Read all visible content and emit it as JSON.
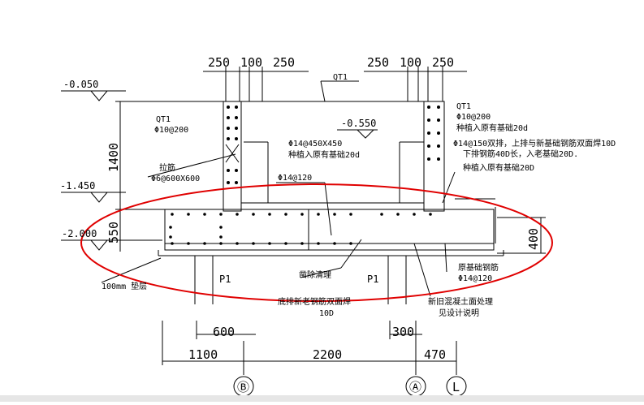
{
  "dims_top_left": [
    "250",
    "100",
    "250"
  ],
  "dims_top_right": [
    "250",
    "100",
    "250"
  ],
  "dims_bottom": [
    "600",
    "300",
    "1100",
    "2200",
    "470"
  ],
  "dims_vertical": [
    "1400",
    "550",
    "400"
  ],
  "levels": [
    "-0.050",
    "-1.450",
    "-2.000",
    "-0.550"
  ],
  "labels": {
    "qt1_top": "QT1",
    "qt1_left": "QT1",
    "qt1_left_rebar": "Φ10@200",
    "tie_label": "拉筋",
    "tie_rebar": "Φ6@600X600",
    "slab_rebar": "Φ14@120",
    "col_rebar": "Φ14@450X450",
    "col_note": "种植入原有基础20d",
    "qt1_right": "QT1",
    "qt1_right_rebar": "Φ10@200",
    "qt1_right_note": "种植入原有基础20d",
    "double_row_1": "Φ14@150双排，上排与新基础钢筋双面焊10D",
    "double_row_2": "下排钢筋40D长，入老基础20D.",
    "plant_note": "种植入原有基础20D",
    "clean_note": "凿除清理",
    "bottom_left_1": "底排新老钢筋双面焊",
    "bottom_left_2": "10D",
    "interface_1": "新旧混凝土面处理",
    "interface_2": "见设计说明",
    "orig_rebar_1": "原基础钢筋",
    "orig_rebar_2": "Φ14@120",
    "cushion": "100mm 垫层",
    "p1_left": "P1",
    "p1_right": "P1"
  },
  "axes": [
    "Ⓑ",
    "Ⓐ",
    "L"
  ],
  "colors": {
    "line": "#000000",
    "highlight": "#e00000",
    "bar": "#e6e6e6"
  }
}
